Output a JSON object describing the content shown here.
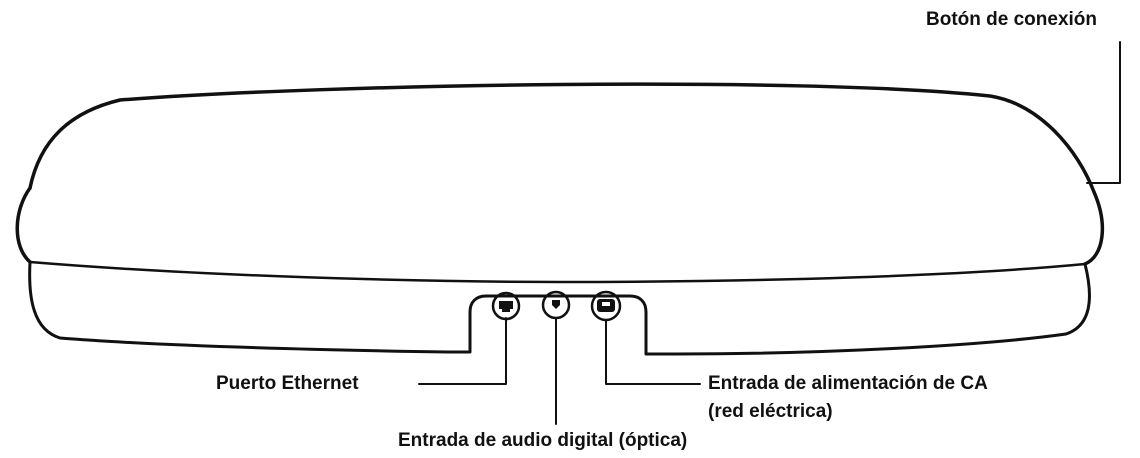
{
  "labels": {
    "connect_button": "Botón de conexión",
    "ethernet_port": "Puerto Ethernet",
    "power_input_line1": "Entrada de alimentación de CA",
    "power_input_line2": "(red eléctrica)",
    "digital_audio_input": "Entrada de audio digital (óptica)"
  },
  "colors": {
    "outline": "#111111",
    "background": "#ffffff"
  },
  "icons": {
    "ethernet": "ethernet-port-icon",
    "optical": "optical-port-icon",
    "power": "power-port-icon"
  }
}
